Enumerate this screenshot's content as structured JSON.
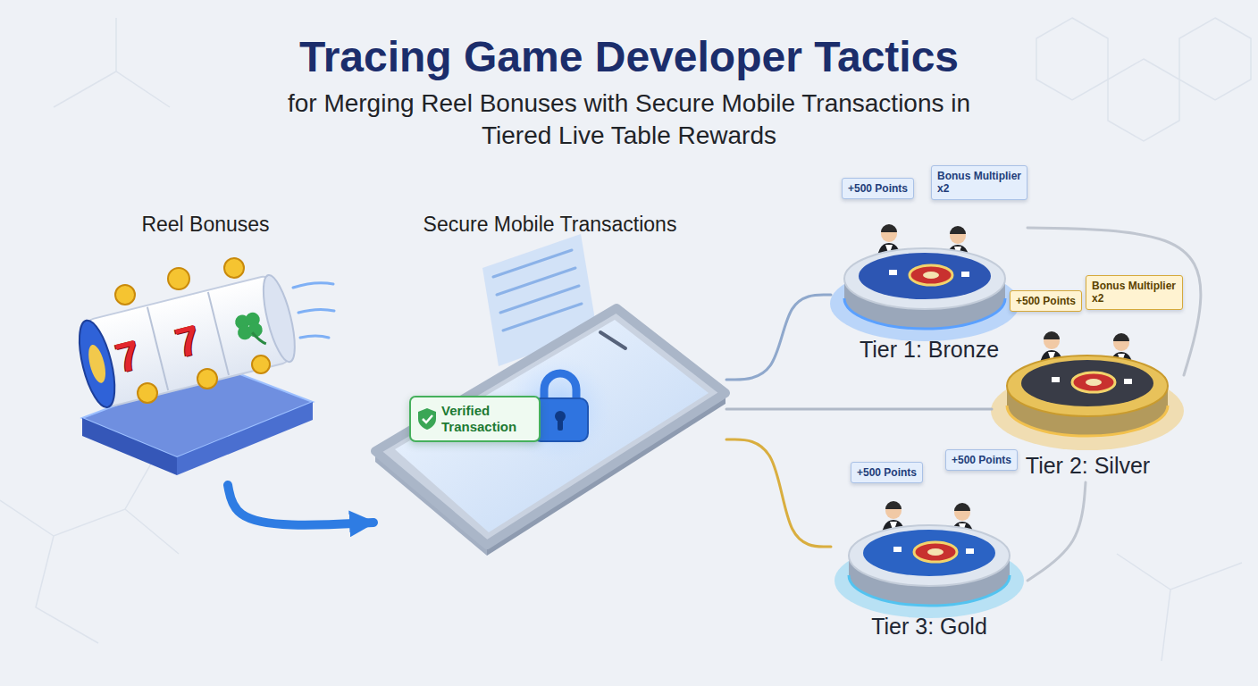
{
  "diagram": {
    "title": "Tracing Game Developer Tactics",
    "nodes": [
      {
        "text": [
          "Reel Bonuses"
        ]
      },
      {
        "text": [
          "Secure Mobile Transactions"
        ]
      },
      {
        "text": [
          "Verified Transaction"
        ],
        "in": 1
      },
      {
        "text": [
          "Tier 1: Bronze"
        ]
      },
      {
        "text": [
          "+500 Points"
        ],
        "in": 3
      },
      {
        "text": [
          "Bonus Multiplier x2"
        ],
        "in": 3
      },
      {
        "text": [
          "Tier 2: Silver"
        ]
      },
      {
        "text": [
          "+500 Points"
        ],
        "in": 6
      },
      {
        "text": [
          "Bonus Multiplier x2"
        ],
        "in": 6
      },
      {
        "text": [
          "Tier 3: Gold"
        ]
      },
      {
        "text": [
          "+500 Points"
        ],
        "in": 9
      },
      {
        "text": [
          "+500 Points"
        ],
        "in": 9
      }
    ],
    "edges": [
      {
        "from": 0,
        "to": 1,
        "arrow": "to"
      },
      {
        "from": 1,
        "to": 3,
        "arrow": "none"
      },
      {
        "from": 1,
        "to": 6,
        "arrow": "none"
      },
      {
        "from": 1,
        "to": 9,
        "arrow": "none"
      },
      {
        "from": 3,
        "to": 6,
        "arrow": "none"
      },
      {
        "from": 6,
        "to": 9,
        "arrow": "none"
      }
    ],
    "labels": [
      "for Merging Reel Bonuses with Secure Mobile Transactions in Tiered Live Table Rewards",
      "7",
      "7"
    ]
  }
}
